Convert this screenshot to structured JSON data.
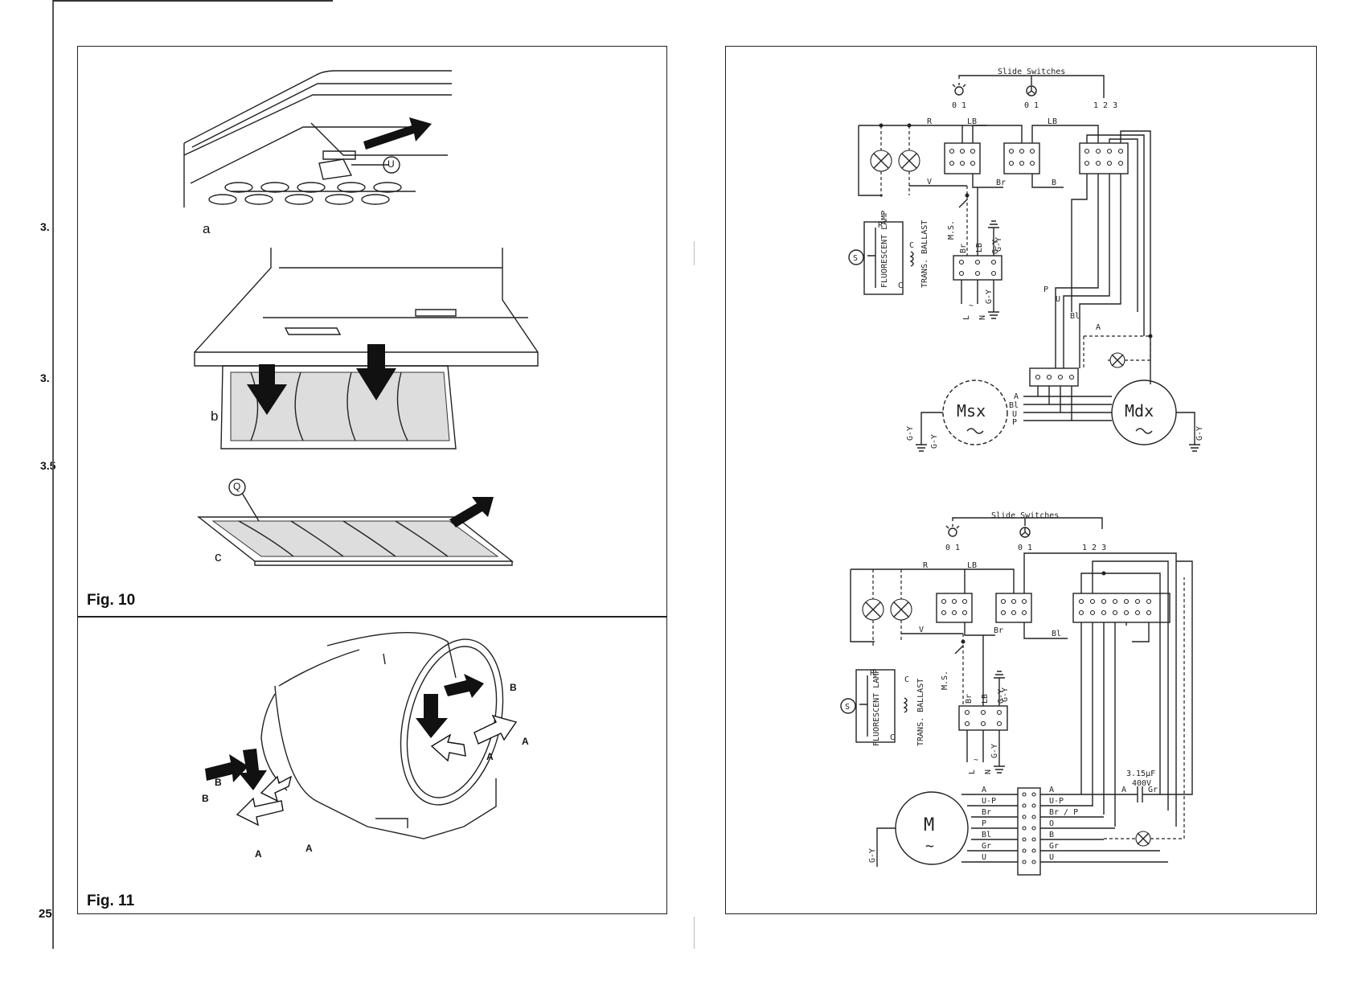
{
  "page_number": "25",
  "margin_labels": [
    "3.",
    "3.",
    "3.5"
  ],
  "figures": {
    "fig10": {
      "caption": "Fig. 10",
      "sub_labels": {
        "a": "a",
        "b": "b",
        "c": "c"
      },
      "callouts": {
        "u": "U",
        "q": "Q"
      }
    },
    "fig11": {
      "caption": "Fig. 11",
      "labels": {
        "b1": "B",
        "b2": "B",
        "b3": "B",
        "a1": "A",
        "a2": "A",
        "a3": "A",
        "a4": "A"
      }
    }
  },
  "wiring_top": {
    "title": "Slide Switches",
    "switch1": "0 1",
    "switch2": "0 1",
    "switch3": "1 2 3",
    "wires": {
      "r": "R",
      "lb": "LB",
      "lb2": "LB",
      "v": "V",
      "br": "Br",
      "b": "B",
      "p": "P",
      "u": "U",
      "bl": "Bl",
      "a": "A",
      "gy1": "G-Y",
      "gy2": "G-Y",
      "gy3": "G-Y",
      "gy4": "G-Y",
      "gy5": "G-Y"
    },
    "lamp": "FLUORESCENT LAMP",
    "ballast": "TRANS. BALLAST",
    "ms": "M.S.",
    "s": "S",
    "r_small": "R",
    "c1": "C",
    "c2": "C",
    "terms": {
      "br": "Br",
      "lb": "LB",
      "gy": "G-Y"
    },
    "mains": {
      "l": "L",
      "tilde": "~",
      "n": "N"
    },
    "motor_left": "Msx",
    "motor_right": "Mdx",
    "motor_wires": {
      "a": "A",
      "bl": "Bl",
      "u": "U",
      "p": "P"
    }
  },
  "wiring_bottom": {
    "title": "Slide Switches",
    "switch1": "0 1",
    "switch2": "0 1",
    "switch3": "1 2 3",
    "wires": {
      "r": "R",
      "lb": "LB",
      "v": "V",
      "br": "Br",
      "bl": "Bl",
      "gy1": "G-Y",
      "gy2": "G-Y",
      "gy3": "G-Y"
    },
    "lamp": "FLUORESCENT LAMP",
    "ballast": "TRANS. BALLAST",
    "ms": "M.S.",
    "s": "S",
    "r_small": "R",
    "c1": "C",
    "c2": "C",
    "terms": {
      "br": "Br",
      "lb": "LB",
      "gy": "G-Y"
    },
    "mains": {
      "l": "L",
      "tilde": "~",
      "n": "N"
    },
    "capacitor": [
      "3.15µF",
      "400V"
    ],
    "motor": "M",
    "motor_tilde": "~",
    "left_wires": [
      "A",
      "U-P",
      "Br",
      "P",
      "Bl",
      "Gr",
      "U"
    ],
    "right_wires": [
      "A",
      "U-P",
      "Br / P",
      "O",
      "B",
      "Gr",
      "U"
    ],
    "cap_wires": {
      "a": "A",
      "gr": "Gr"
    }
  }
}
